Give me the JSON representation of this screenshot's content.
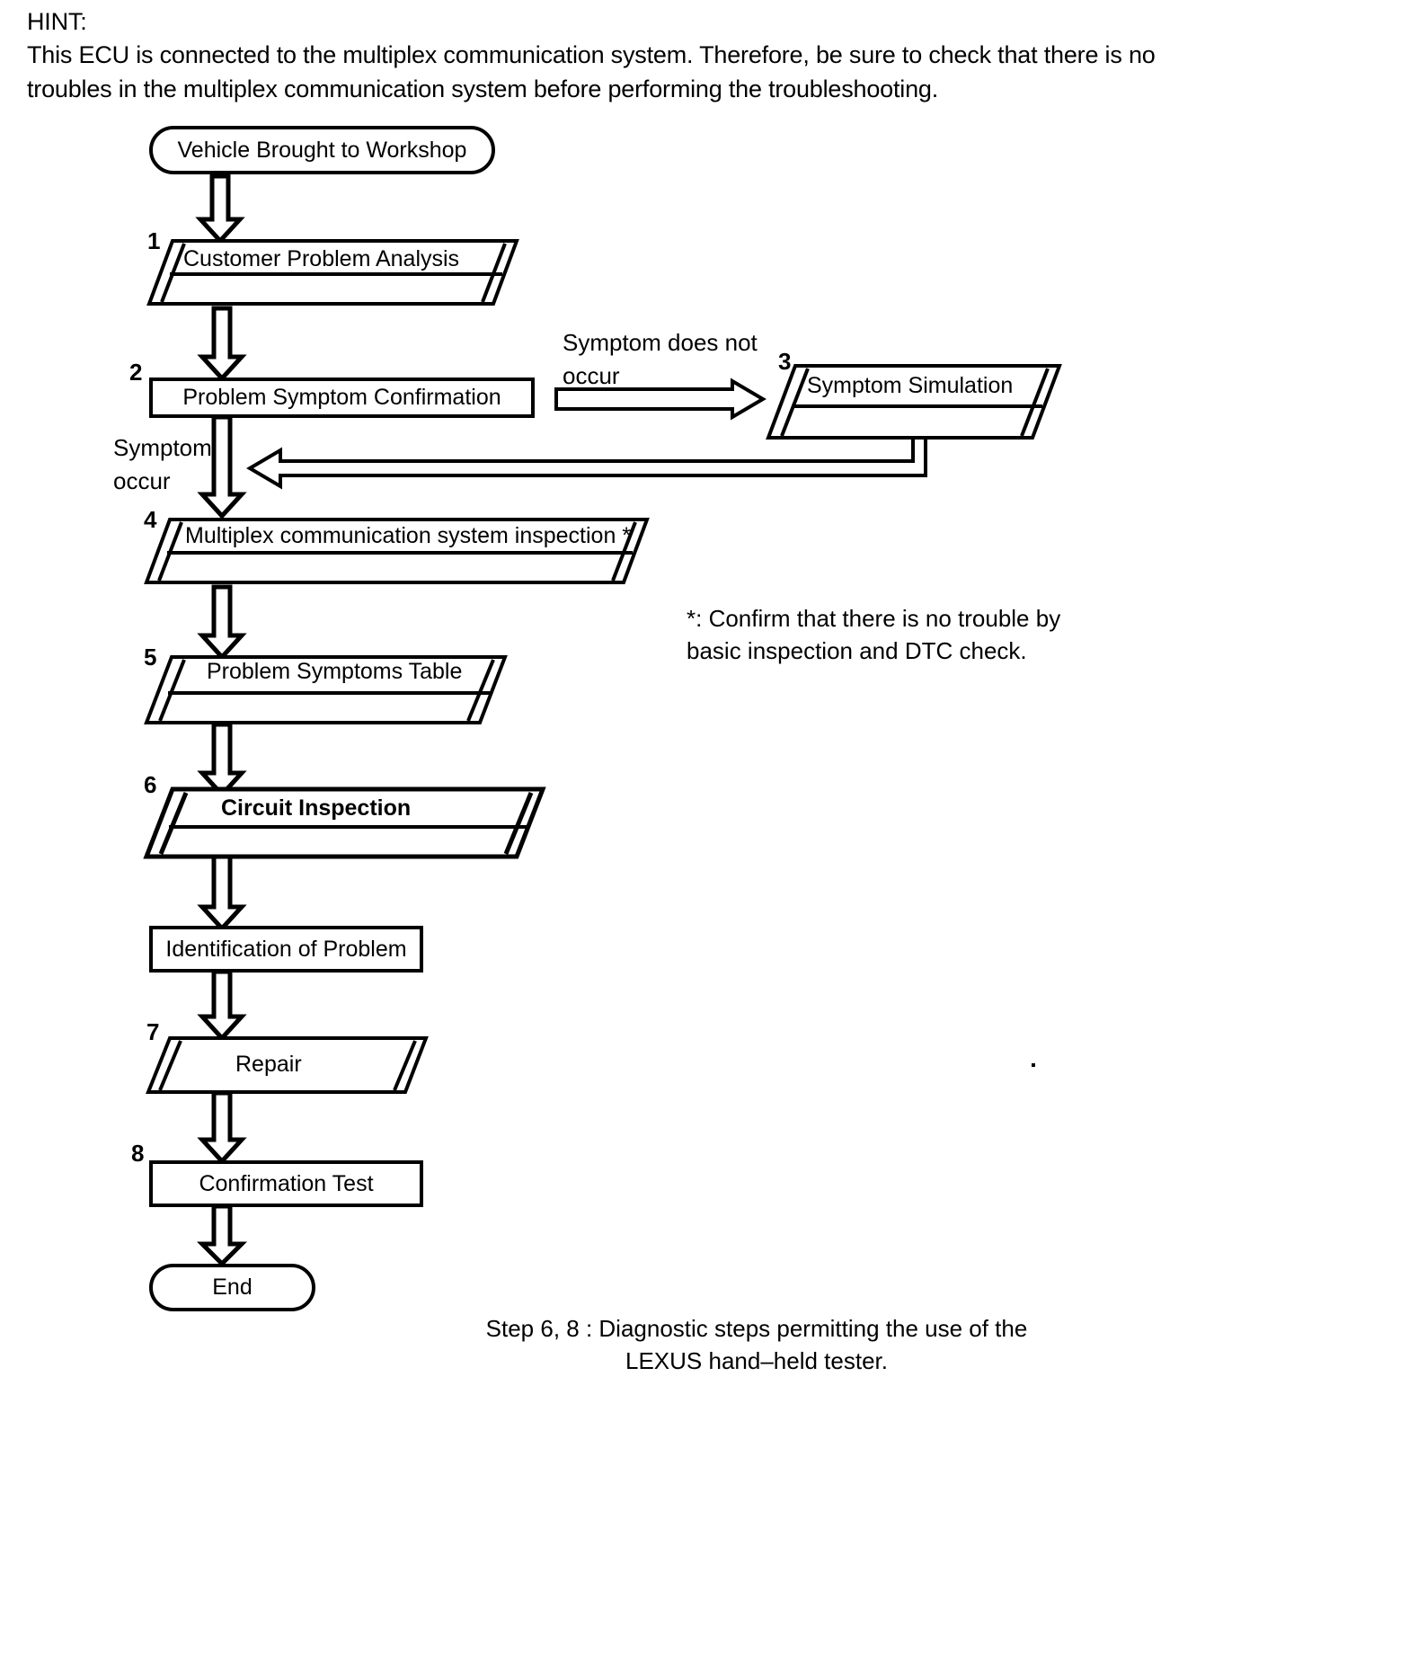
{
  "hint": {
    "title": "HINT:",
    "body": "This ECU is connected to the multiplex communication system. Therefore, be sure to check that there is no troubles in the multiplex communication system before performing the troubleshooting."
  },
  "flowchart": {
    "start_terminal": "Vehicle Brought to Workshop",
    "end_terminal": "End",
    "nodes": [
      {
        "num": "1",
        "label": "Customer Problem Analysis",
        "shape": "parallelogram",
        "bold": false
      },
      {
        "num": "2",
        "label": "Problem Symptom Confirmation",
        "shape": "rectangle",
        "bold": false
      },
      {
        "num": "3",
        "label": "Symptom Simulation",
        "shape": "parallelogram",
        "bold": false
      },
      {
        "num": "4",
        "label": "Multiplex communication system inspection *",
        "shape": "parallelogram",
        "bold": false
      },
      {
        "num": "5",
        "label": "Problem Symptoms Table",
        "shape": "parallelogram",
        "bold": false
      },
      {
        "num": "6",
        "label": "Circuit Inspection",
        "shape": "parallelogram",
        "bold": true
      },
      {
        "num": "",
        "label": "Identification of Problem",
        "shape": "rectangle",
        "bold": false
      },
      {
        "num": "7",
        "label": "Repair",
        "shape": "parallelogram",
        "bold": false
      },
      {
        "num": "8",
        "label": "Confirmation Test",
        "shape": "rectangle",
        "bold": false
      }
    ],
    "branch_labels": {
      "symptom_not_occur": "Symptom does not\noccur",
      "symptom_occur": "Symptom\noccur"
    }
  },
  "notes": {
    "asterisk_note": "*: Confirm that there is no trouble by\nbasic inspection and DTC check.",
    "footer_note": "Step 6, 8 : Diagnostic steps permitting the use of the\nLEXUS hand–held tester."
  }
}
